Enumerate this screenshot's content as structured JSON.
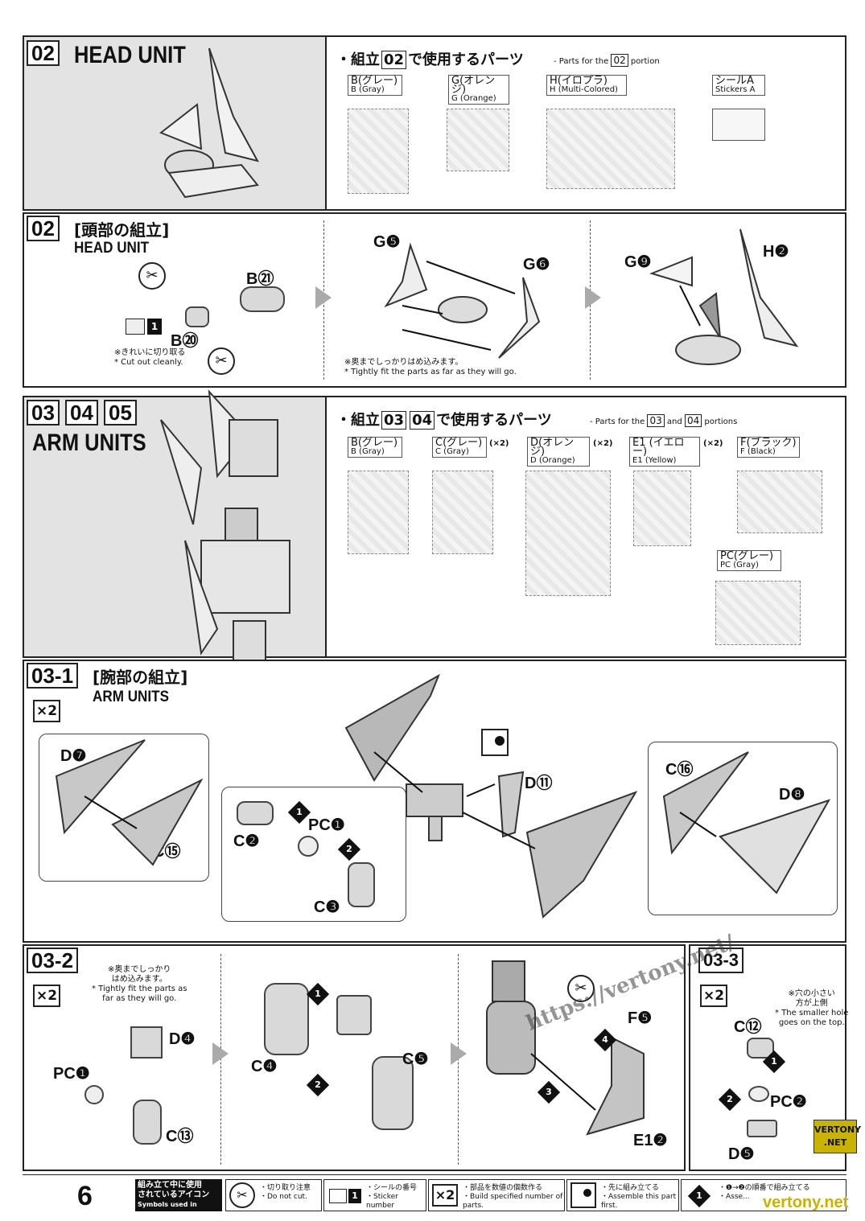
{
  "page_number": "6",
  "sec1": {
    "step": "02",
    "title": "HEAD UNIT",
    "parts_heading_jp_pre": "・組立",
    "parts_heading_step": "02",
    "parts_heading_jp_post": "で使用するパーツ",
    "parts_heading_en_pre": "- Parts for the",
    "parts_heading_en_step": "02",
    "parts_heading_en_post": "portion",
    "runners": [
      {
        "jp": "B(グレー)",
        "en": "B (Gray)"
      },
      {
        "jp": "G(オレンジ)",
        "en": "G (Orange)"
      },
      {
        "jp": "H(イロプラ)",
        "en": "H (Multi-Colored)"
      },
      {
        "jp": "シールA",
        "en": "Stickers A"
      }
    ]
  },
  "sec2": {
    "step": "02",
    "title_jp": "[頭部の組立]",
    "title_en": "HEAD UNIT",
    "labels": {
      "b21": "B㉑",
      "b20": "B⑳",
      "g5": "G❺",
      "g6": "G❻",
      "g9": "G❾",
      "h2": "H❷",
      "sticker": "1"
    },
    "note1_jp": "※きれいに切り取る",
    "note1_en": "* Cut out cleanly.",
    "note2_jp": "※奥までしっかりはめ込みます。",
    "note2_en": "* Tightly fit the parts as far as they will go."
  },
  "sec3": {
    "steps": [
      "03",
      "04",
      "05"
    ],
    "title": "ARM UNITS",
    "parts_heading_jp_pre": "・組立",
    "parts_heading_step1": "03",
    "parts_heading_step2": "04",
    "parts_heading_jp_post": "で使用するパーツ",
    "parts_heading_en_pre": "- Parts for the",
    "parts_heading_en_step1": "03",
    "parts_heading_en_and": "and",
    "parts_heading_en_step2": "04",
    "parts_heading_en_post": "portions",
    "runners": [
      {
        "jp": "B(グレー)",
        "en": "B (Gray)",
        "mult": ""
      },
      {
        "jp": "C(グレー)",
        "en": "C (Gray)",
        "mult": "(×2)"
      },
      {
        "jp": "D(オレンジ)",
        "en": "D (Orange)",
        "mult": "(×2)"
      },
      {
        "jp": "E1 (イエロー)",
        "en": "E1 (Yellow)",
        "mult": "(×2)"
      },
      {
        "jp": "F(ブラック)",
        "en": "F (Black)",
        "mult": ""
      },
      {
        "jp": "PC(グレー)",
        "en": "PC (Gray)",
        "mult": ""
      }
    ]
  },
  "sec4": {
    "step": "03-1",
    "title_jp": "[腕部の組立]",
    "title_en": "ARM UNITS",
    "mult": "×2",
    "labels": {
      "d7": "D❼",
      "c15": "C⑮",
      "c2": "C❷",
      "pc1": "PC❶",
      "c3": "C❸",
      "d11": "D⑪",
      "c16": "C⑯",
      "d8": "D❽",
      "o1": "1",
      "o2": "2"
    }
  },
  "sec5": {
    "step": "03-2",
    "mult": "×2",
    "note_jp1": "※奥までしっかり",
    "note_jp2": "はめ込みます。",
    "note_en1": "* Tightly fit the parts as",
    "note_en2": "far as they will go.",
    "labels": {
      "d4": "D❹",
      "pc1": "PC❶",
      "c13": "C⑬",
      "c4": "C❹",
      "c5": "C❺",
      "f5": "F❺",
      "e12": "E1❷",
      "o1": "1",
      "o2": "2",
      "o3": "3",
      "o4": "4"
    }
  },
  "sec6": {
    "step": "03-3",
    "mult": "×2",
    "note_jp1": "※穴の小さい",
    "note_jp2": "方が上側",
    "note_en1": "* The smaller hole",
    "note_en2": "goes on the top.",
    "labels": {
      "c12": "C⑫",
      "pc2": "PC❷",
      "d5": "D❺",
      "o1": "1",
      "o2": "2"
    }
  },
  "legend": {
    "heading_jp1": "組み立て中に使用",
    "heading_jp2": "されているアイコン",
    "heading_en": "Symbols used in instructions",
    "items": [
      {
        "jp": "・切り取り注意",
        "en": "・Do not cut."
      },
      {
        "jp": "・シールの番号",
        "en": "・Sticker number"
      },
      {
        "jp": "・部品を数値の個数作る",
        "en": "・Build specified number of parts."
      },
      {
        "jp": "・先に組み立てる",
        "en": "・Assemble this part first."
      },
      {
        "jp": "・❶→❷の順番で組み立てる",
        "en": "・Asse..."
      }
    ],
    "mult": "×2",
    "sticker_num": "1",
    "order_num": "1"
  },
  "watermark": {
    "url": "https://vertony.net/",
    "badge1": "VERTONY",
    "badge2": ".NET",
    "corner": "vertony.net"
  }
}
